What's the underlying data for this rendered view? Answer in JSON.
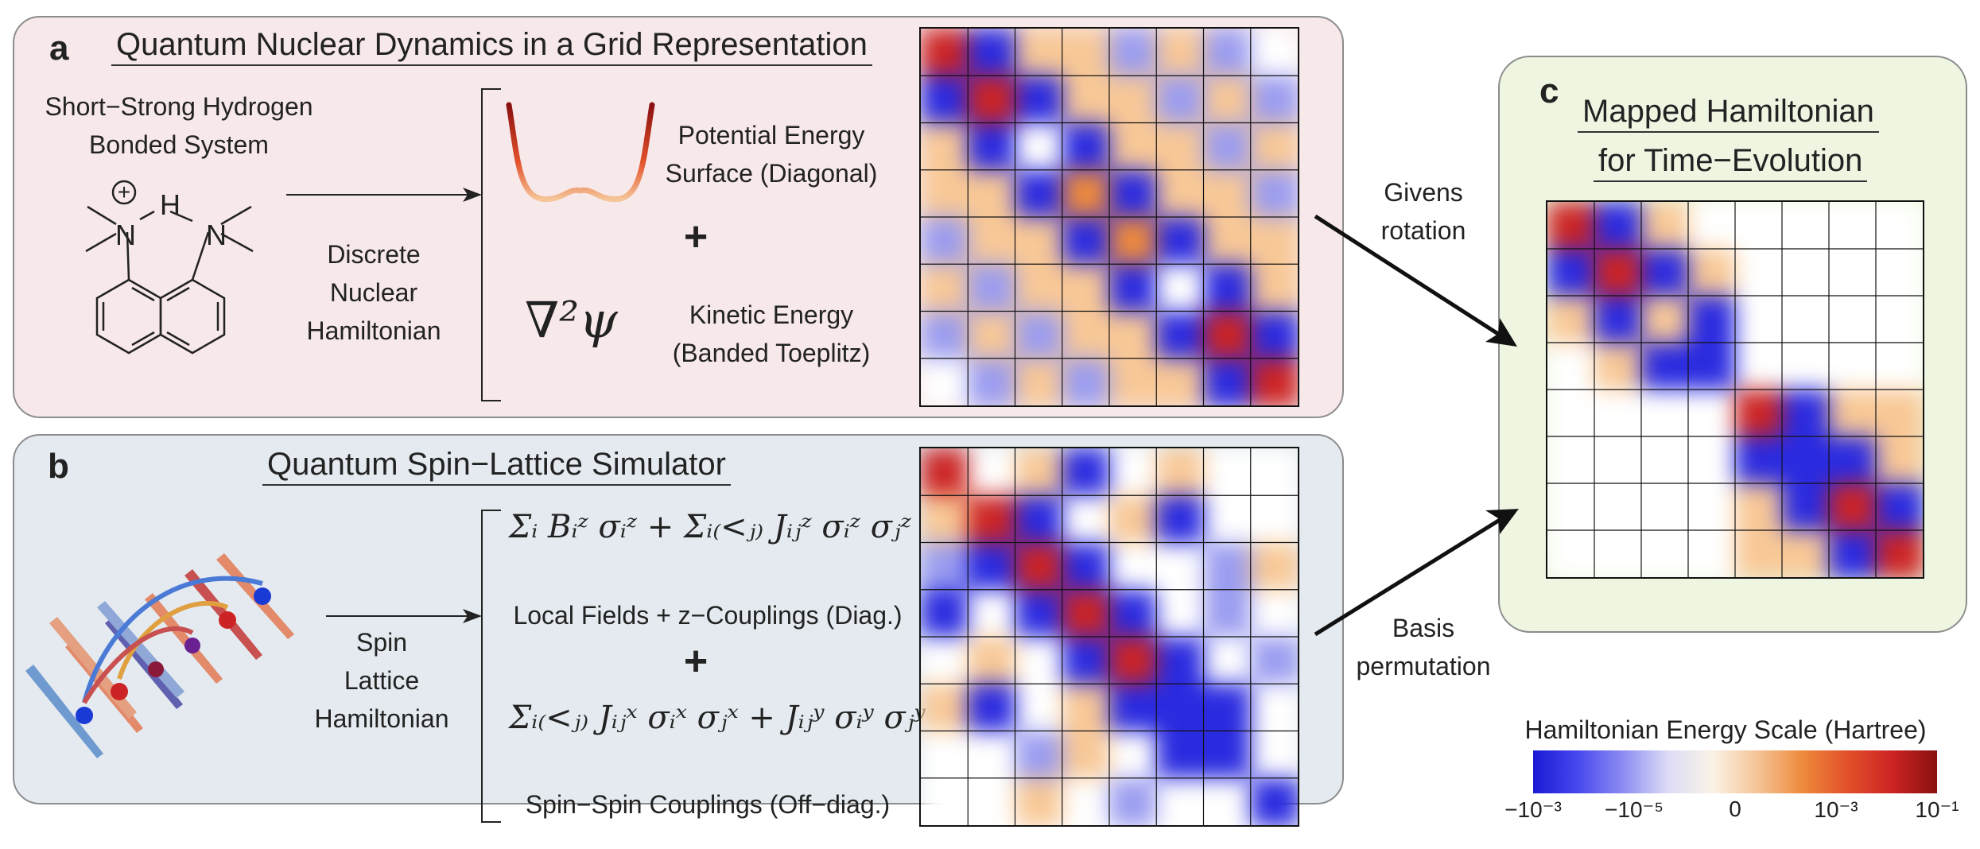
{
  "panel_a": {
    "letter": "a",
    "title": "Quantum Nuclear Dynamics in a Grid Representation",
    "system_line1": "Short−Strong Hydrogen",
    "system_line2": "Bonded System",
    "hamiltonian_line1": "Discrete",
    "hamiltonian_line2": "Nuclear",
    "hamiltonian_line3": "Hamiltonian",
    "pes_line1": "Potential Energy",
    "pes_line2": "Surface (Diagonal)",
    "plus": "+",
    "laplacian": "∇²ψ",
    "kinetic_line1": "Kinetic Energy",
    "kinetic_line2": "(Banded Toeplitz)",
    "molecule_atom_n": "N",
    "molecule_atom_h": "H",
    "molecule_charge": "+"
  },
  "panel_b": {
    "letter": "b",
    "title": "Quantum Spin−Lattice Simulator",
    "hamiltonian_line1": "Spin",
    "hamiltonian_line2": "Lattice",
    "hamiltonian_line3": "Hamiltonian",
    "eq1": "Σᵢ Bᵢᶻ σᵢᶻ + Σᵢ₍<ⱼ₎ Jᵢⱼᶻ σᵢᶻ σⱼᶻ",
    "eq1_caption": "Local Fields + z−Couplings (Diag.)",
    "plus": "+",
    "eq2": "Σᵢ₍<ⱼ₎ Jᵢⱼˣ σᵢˣ σⱼˣ + Jᵢⱼʸ σᵢʸ σⱼʸ",
    "eq2_caption": "Spin−Spin Couplings (Off−diag.)"
  },
  "panel_c": {
    "letter": "c",
    "title_line1": "Mapped Hamiltonian",
    "title_line2": "for Time−Evolution"
  },
  "arrows": {
    "givens_line1": "Givens",
    "givens_line2": "rotation",
    "basis_line1": "Basis",
    "basis_line2": "permutation"
  },
  "colorbar": {
    "title": "Hamiltonian Energy Scale (Hartree)",
    "ticks": [
      "−10⁻³",
      "−10⁻⁵",
      "0",
      "10⁻³",
      "10⁻¹"
    ],
    "colors": [
      "#1a1ad6",
      "#4848ee",
      "#8c8cf2",
      "#dcdcf6",
      "#fbf2e6",
      "#f5c497",
      "#ee8a3c",
      "#e2502a",
      "#cc2424",
      "#8a1010"
    ]
  },
  "matrices": {
    "a": [
      [
        "R",
        "B",
        "o",
        "o",
        "b",
        "o",
        "b",
        "w"
      ],
      [
        "B",
        "R",
        "B",
        "o",
        "o",
        "b",
        "o",
        "b"
      ],
      [
        "o",
        "B",
        "w",
        "B",
        "o",
        "o",
        "b",
        "o"
      ],
      [
        "o",
        "o",
        "B",
        "O",
        "B",
        "o",
        "o",
        "b"
      ],
      [
        "b",
        "o",
        "o",
        "B",
        "O",
        "B",
        "o",
        "o"
      ],
      [
        "o",
        "b",
        "o",
        "o",
        "B",
        "w",
        "B",
        "o"
      ],
      [
        "b",
        "o",
        "b",
        "o",
        "o",
        "B",
        "R",
        "B"
      ],
      [
        "w",
        "b",
        "o",
        "b",
        "o",
        "o",
        "B",
        "R"
      ]
    ],
    "b": [
      [
        "R",
        "w",
        "o",
        "B",
        "w",
        "o",
        "w",
        "w"
      ],
      [
        "o",
        "R",
        "B",
        "w",
        "o",
        "B",
        "w",
        "w"
      ],
      [
        "b",
        "B",
        "R",
        "B",
        "w",
        "w",
        "b",
        "o"
      ],
      [
        "B",
        "w",
        "B",
        "R",
        "B",
        "w",
        "b",
        "w"
      ],
      [
        "w",
        "o",
        "w",
        "B",
        "R",
        "B",
        "w",
        "b"
      ],
      [
        "o",
        "B",
        "w",
        "o",
        "B",
        "B",
        "B",
        "w"
      ],
      [
        "w",
        "w",
        "b",
        "o",
        "w",
        "B",
        "B",
        "w"
      ],
      [
        "w",
        "w",
        "o",
        "w",
        "b",
        "w",
        "w",
        "B"
      ]
    ],
    "c": [
      [
        "R",
        "B",
        "o",
        "w",
        "w",
        "w",
        "w",
        "w"
      ],
      [
        "B",
        "R",
        "B",
        "o",
        "w",
        "w",
        "w",
        "w"
      ],
      [
        "o",
        "B",
        "o",
        "B",
        "w",
        "w",
        "w",
        "w"
      ],
      [
        "w",
        "o",
        "B",
        "B",
        "w",
        "w",
        "w",
        "w"
      ],
      [
        "w",
        "w",
        "w",
        "w",
        "R",
        "B",
        "o",
        "o"
      ],
      [
        "w",
        "w",
        "w",
        "w",
        "B",
        "B",
        "B",
        "o"
      ],
      [
        "w",
        "w",
        "w",
        "w",
        "o",
        "B",
        "R",
        "B"
      ],
      [
        "w",
        "w",
        "w",
        "w",
        "o",
        "o",
        "B",
        "R"
      ]
    ]
  }
}
